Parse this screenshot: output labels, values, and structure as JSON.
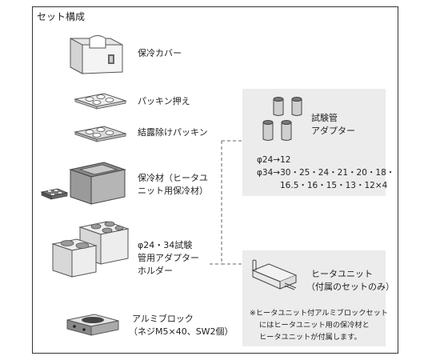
{
  "title": "セット構成",
  "items": {
    "cover": "保冷カバー",
    "press": "パッキン押え",
    "packing": "結露除けパッキン",
    "insul_1": "保冷材（ヒータユ",
    "insul_2": "ニット用保冷材）",
    "holder_1": "φ24・34試験",
    "holder_2": "管用アダプター",
    "holder_3": "ホルダー",
    "block_1": "アルミブロック",
    "block_2": "（ネジM5×40、SW2個）"
  },
  "adapter_panel": {
    "title_1": "試験管",
    "title_2": "アダプター",
    "spec_1": "φ24→12",
    "spec_2": "φ34→30・25・24・21・20・18・",
    "spec_3": "16.5・16・15・13・12×4"
  },
  "heater_panel": {
    "title_1": "ヒータユニット",
    "title_2": "（付属のセットのみ）",
    "note_1": "※ヒータユニット付アルミブロックセット",
    "note_2": "にはヒータユニット用の保冷材と",
    "note_3": "ヒータユニットが付属します。"
  }
}
